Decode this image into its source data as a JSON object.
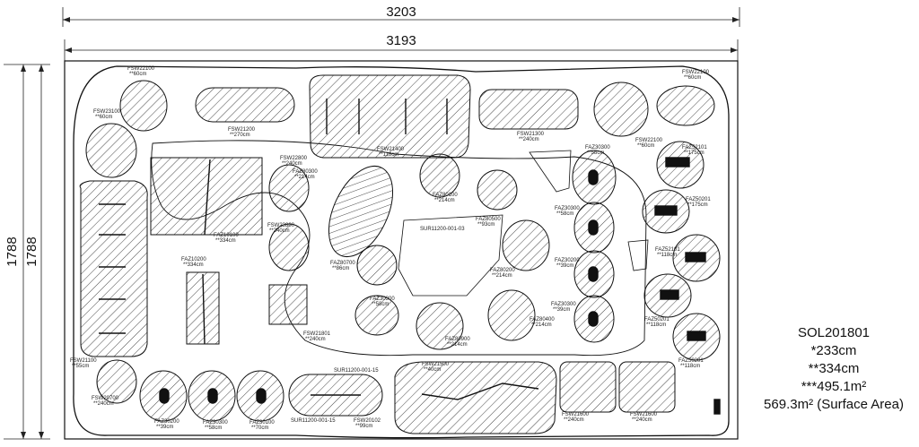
{
  "dimensions": {
    "outer_width": "3203",
    "inner_width": "3193",
    "outer_height": "1788",
    "inner_height": "1788"
  },
  "product": {
    "code": "SOL201801",
    "height_1": "*233cm",
    "height_2": "**334cm",
    "area": "***495.1m²",
    "surface_area": "569.3m² (Surface Area)"
  },
  "labels": [
    {
      "code": "FSW22100",
      "note": "**60cm"
    },
    {
      "code": "FSW23100",
      "note": "**60cm"
    },
    {
      "code": "FSW21200",
      "note": "**270cm"
    },
    {
      "code": "FSW21400",
      "note": "**118cm"
    },
    {
      "code": "FSW21300",
      "note": "**240cm"
    },
    {
      "code": "FSW22100",
      "note": "**60cm"
    },
    {
      "code": "FSW22100",
      "note": "**60cm"
    },
    {
      "code": "FSW22800",
      "note": "**240cm"
    },
    {
      "code": "FAZ80300",
      "note": "**214cm"
    },
    {
      "code": "FAZ30300",
      "note": "**58cm"
    },
    {
      "code": "FAZ52101",
      "note": "**175cm"
    },
    {
      "code": "FAZ80100",
      "note": "**214cm"
    },
    {
      "code": "FAZ80500",
      "note": "**93cm"
    },
    {
      "code": "FAZ30300",
      "note": "**58cm"
    },
    {
      "code": "FAZ50201",
      "note": "**175cm"
    },
    {
      "code": "FSW23800",
      "note": "**240cm"
    },
    {
      "code": "FAZ10100",
      "note": "**334cm"
    },
    {
      "code": "SUR11200-001-03",
      "note": ""
    },
    {
      "code": "FAZ10200",
      "note": "**334cm"
    },
    {
      "code": "FAZ80700",
      "note": "**86cm"
    },
    {
      "code": "FAZ80200",
      "note": "**214cm"
    },
    {
      "code": "FAZ30200",
      "note": "**39cm"
    },
    {
      "code": "FAZ52101",
      "note": "**118cm"
    },
    {
      "code": "FAZ30300",
      "note": "**58cm"
    },
    {
      "code": "FAZ30300",
      "note": "**39cm"
    },
    {
      "code": "FAZ80400",
      "note": "**214cm"
    },
    {
      "code": "FAZ80900",
      "note": "**214cm"
    },
    {
      "code": "FSW21801",
      "note": "**240cm"
    },
    {
      "code": "FAZ50201",
      "note": "**118cm"
    },
    {
      "code": "FAZ50201",
      "note": "**118cm"
    },
    {
      "code": "FSW21100",
      "note": "**55cm"
    },
    {
      "code": "FSW21500",
      "note": "**40cm"
    },
    {
      "code": "SUR11200-001-15",
      "note": ""
    },
    {
      "code": "FSW20700",
      "note": "**240cm"
    },
    {
      "code": "FAZ30200",
      "note": "**39cm"
    },
    {
      "code": "FAZ30300",
      "note": "**58cm"
    },
    {
      "code": "FAZ30100",
      "note": "**70cm"
    },
    {
      "code": "SUR11200-001-15",
      "note": ""
    },
    {
      "code": "FSW20102",
      "note": "**99cm"
    },
    {
      "code": "FSW21600",
      "note": "**240cm"
    },
    {
      "code": "FSW21600",
      "note": "**240cm"
    }
  ]
}
